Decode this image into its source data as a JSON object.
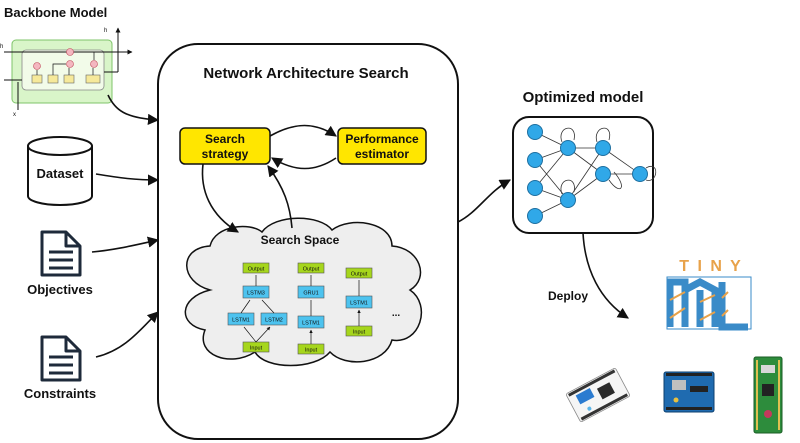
{
  "backbone": {
    "title": "Backbone Model",
    "h_t": "h",
    "h_prev": "h",
    "x_t": "x"
  },
  "inputs": {
    "dataset": "Dataset",
    "objectives": "Objectives",
    "constraints": "Constraints"
  },
  "nas": {
    "title": "Network Architecture Search",
    "search_strategy": [
      "Search",
      "strategy"
    ],
    "performance_estimator": [
      "Performance",
      "estimator"
    ],
    "search_space": {
      "title": "Search Space",
      "arch1": {
        "top": "Output",
        "mid": "LSTM3",
        "left": "LSTM1",
        "right": "LSTM2",
        "bottom": "Input"
      },
      "arch2": {
        "top": "Output",
        "mid": "GRU1",
        "low": "LSTM1",
        "bottom": "Input"
      },
      "arch3": {
        "top": "Output",
        "mid": "LSTM1",
        "bottom": "Input"
      },
      "ellipsis": "..."
    }
  },
  "output": {
    "title": "Optimized model",
    "deploy": "Deploy",
    "tinyml_top": "T I N Y",
    "tinyml_bottom": "ML"
  },
  "colors": {
    "yellow": "#ffe600",
    "cloud": "#eeeeee",
    "node": "#30a8e8",
    "green_block": "#a6d61c",
    "blue_block": "#4dc3ef",
    "backbone_bg": "#d9f5c9",
    "tinyml_orange": "#e8a24a",
    "tinyml_blue": "#3a8bc8"
  }
}
